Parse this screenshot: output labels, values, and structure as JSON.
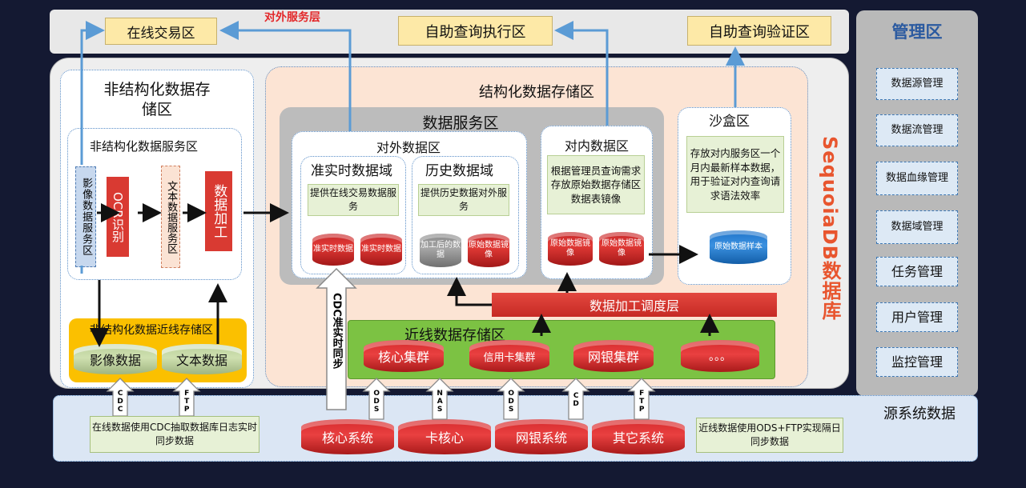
{
  "top": {
    "online_trade": "在线交易区",
    "external_service_layer": "对外服务层",
    "self_query_exec": "自助查询执行区",
    "self_query_verify": "自助查询验证区"
  },
  "management": {
    "title": "管理区",
    "items": [
      "数据源管理",
      "数据流管理",
      "数据血缘管理",
      "数据域管理",
      "任务管理",
      "用户管理",
      "监控管理"
    ]
  },
  "unstructured": {
    "title": "非结构化数据存储区",
    "service_title": "非结构化数据服务区",
    "image_service": "影像数据服务区",
    "ocr": "OCR识别",
    "text_service": "文本数据服务区",
    "data_process": "数据加工",
    "nearline_title": "非结构化数据近线存储区",
    "image_data": "影像数据",
    "text_data": "文本数据"
  },
  "structured": {
    "title": "结构化数据存储区",
    "service_area": "数据服务区",
    "external_area": "对外数据区",
    "realtime_domain": "准实时数据域",
    "realtime_desc": "提供在线交易数据服务",
    "realtime_db1": "准实时数据",
    "realtime_db2": "准实时数据",
    "history_domain": "历史数据域",
    "history_desc": "提供历史数据对外服务",
    "history_db1": "加工后的数据",
    "history_db2": "原始数据镜像",
    "internal_area": "对内数据区",
    "internal_desc": "根据管理员查询需求存放原始数据存储区数据表镜像",
    "internal_db1": "原始数据镜像",
    "internal_db2": "原始数据镜像",
    "sandbox": "沙盒区",
    "sandbox_desc": "存放对内服务区一个月内最新样本数据，用于验证对内查询请求语法效率",
    "sandbox_db": "原始数据样本",
    "dispatch_layer": "数据加工调度层",
    "nearline_title": "近线数据存储区",
    "clusters": [
      "核心集群",
      "信用卡集群",
      "网银集群",
      "。。。"
    ]
  },
  "sequoiadb": "SequoiaDB数据库",
  "cdc_sync": "CDC准实时同步",
  "source": {
    "title": "源系统数据",
    "systems": [
      "核心系统",
      "卡核心",
      "网银系统",
      "其它系统"
    ],
    "arrows": [
      "CDC",
      "FTP",
      "ODS",
      "NAS",
      "ODS",
      "CD",
      "FTP"
    ],
    "note_left": "在线数据使用CDC抽取数据库日志实时同步数据",
    "note_right": "近线数据使用ODS+FTP实现隔日同步数据"
  }
}
